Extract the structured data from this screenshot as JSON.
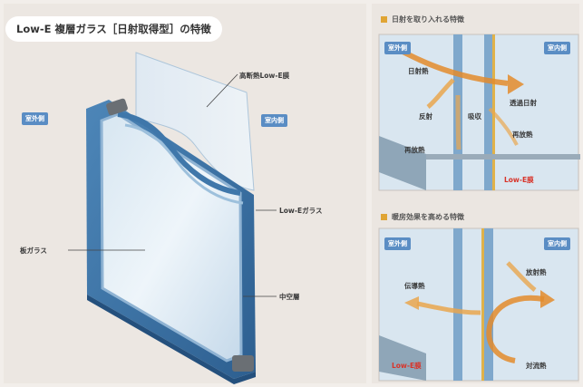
{
  "title": "Low-E 複層ガラス［日射取得型］の特徴",
  "main_diagram": {
    "tag_outside": "室外側",
    "tag_inside": "室内側",
    "label_lowe_film": "高断熱Low-E膜",
    "label_lowe_glass": "Low-Eガラス",
    "label_plain_glass": "板ガラス",
    "label_air_layer": "中空層"
  },
  "panel_top": {
    "heading": "日射を取り入れる特徴",
    "tag_outside": "室外側",
    "tag_inside": "室内側",
    "label_solar_heat": "日射熱",
    "label_reflect": "反射",
    "label_transmit_solar": "透過日射",
    "label_absorb": "吸収",
    "label_reradiate_left": "再放熱",
    "label_reradiate_right": "再放熱",
    "label_lowe_film": "Low-E膜"
  },
  "panel_bottom": {
    "heading": "暖房効果を高める特徴",
    "tag_outside": "室外側",
    "tag_inside": "室内側",
    "label_conduction": "伝導熱",
    "label_radiant": "放射熱",
    "label_convection": "対流熱",
    "label_lowe_film": "Low-E膜"
  },
  "colors": {
    "tag_blue": "#5a8dc4",
    "accent_orange": "#e38b2c",
    "heading_square": "#e0a534",
    "lowe_red": "#d8342a"
  }
}
